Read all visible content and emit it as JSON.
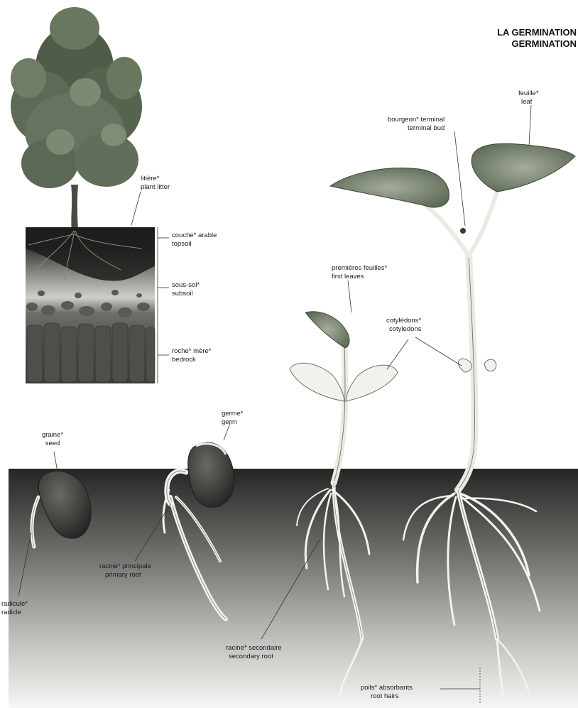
{
  "title": {
    "fr": "LA GERMINATION",
    "en": "GERMINATION"
  },
  "labels": {
    "plant_litter": [
      "litière*",
      "plant litter"
    ],
    "topsoil": [
      "couche* arable",
      "topsoil"
    ],
    "subsoil": [
      "sous-sol*",
      "subsoil"
    ],
    "bedrock": [
      "roche* mère*",
      "bedrock"
    ],
    "seed": [
      "graine*",
      "seed"
    ],
    "radicle": [
      "radicule*",
      "radicle"
    ],
    "germ": [
      "germe*",
      "germ"
    ],
    "primary_root": [
      "racine* principale",
      "primary root"
    ],
    "first_leaves": [
      "premières feuilles*",
      "first leaves"
    ],
    "cotyledons": [
      "cotylédons*",
      "cotyledons"
    ],
    "secondary_root": [
      "racine* secondaire",
      "secondary root"
    ],
    "terminal_bud": [
      "bourgeon* terminal",
      "terminal bud"
    ],
    "leaf": [
      "feuille*",
      "leaf"
    ],
    "root_hairs": [
      "poils* absorbants",
      "root hairs"
    ]
  },
  "colors": {
    "soil_top": "#2a2a28",
    "soil_bottom": "#f4f4f2",
    "foliage": "#5d6a55",
    "leaf": "#7d8a73",
    "seed": "#3e3e3a"
  }
}
